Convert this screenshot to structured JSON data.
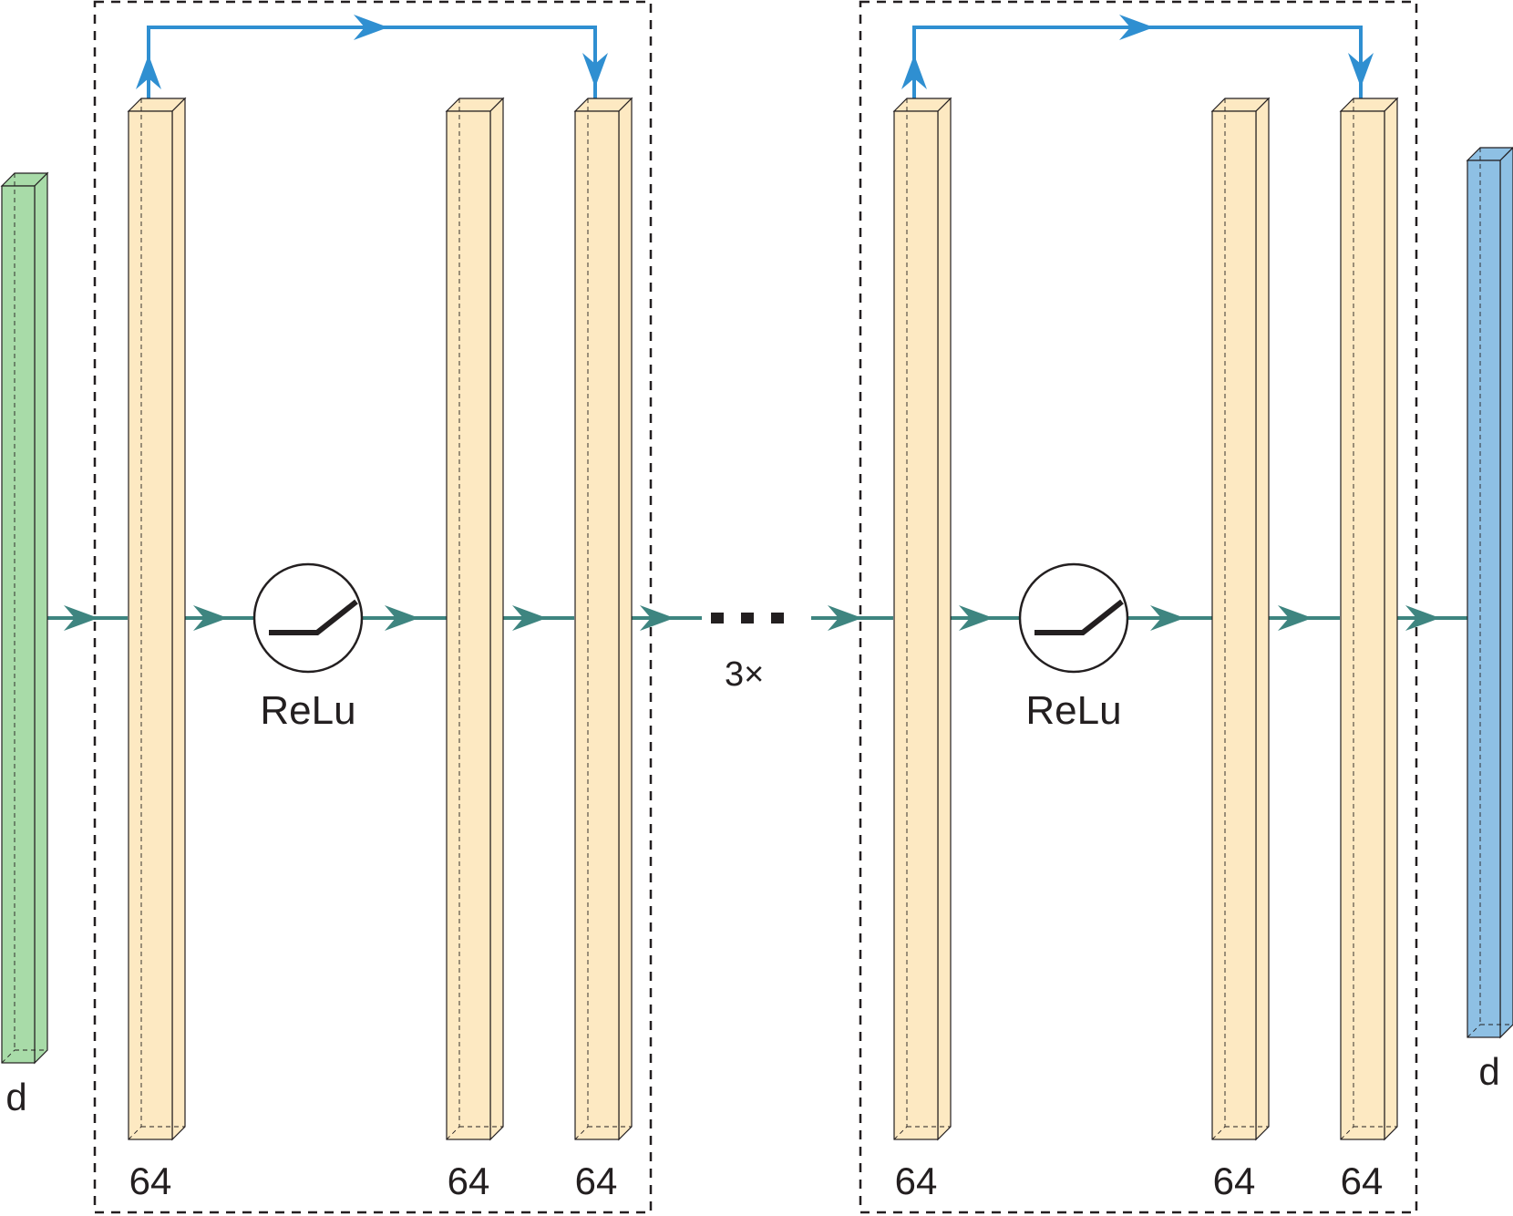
{
  "input": {
    "label": "d",
    "color": "#a8dba8"
  },
  "output": {
    "label": "d",
    "color": "#8ec0e4"
  },
  "block_color": "#fde9c2",
  "flow_color": "#3e8580",
  "skip_color": "#2f8fd1",
  "blocks": [
    {
      "layers": [
        "64",
        "64",
        "64"
      ],
      "activation": "ReLu"
    },
    {
      "layers": [
        "64",
        "64",
        "64"
      ],
      "activation": "ReLu"
    }
  ],
  "repeat_label": "3×"
}
